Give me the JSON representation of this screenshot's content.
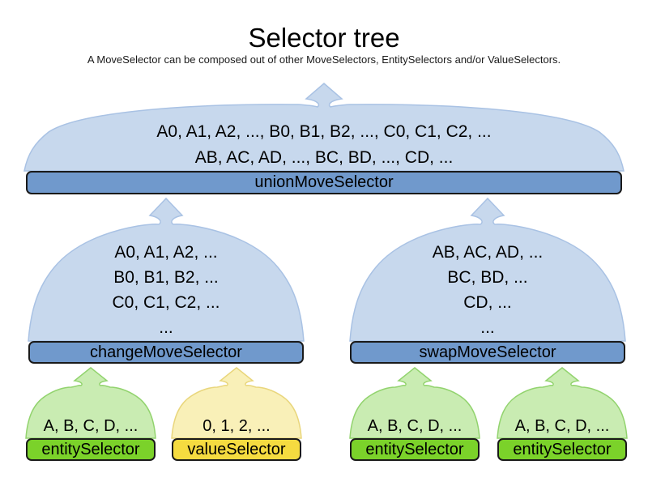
{
  "title": "Selector tree",
  "subtitle": "A MoveSelector can be composed out of other MoveSelectors, EntitySelectors and/or ValueSelectors.",
  "colors": {
    "cloud_blue_fill": "#c7d8ed",
    "cloud_blue_stroke": "#a9c2e4",
    "bar_blue_fill": "#7099cc",
    "cloud_green_fill": "#c9ecb2",
    "cloud_green_stroke": "#92d36e",
    "bar_green_fill": "#7bd22a",
    "cloud_yellow_fill": "#f9f0b8",
    "cloud_yellow_stroke": "#e9d67c",
    "bar_yellow_fill": "#f5db40"
  },
  "nodes": {
    "union": {
      "label": "unionMoveSelector",
      "lines": [
        "A0, A1, A2, ..., B0, B1, B2, ..., C0, C1, C2, ...",
        "AB, AC, AD, ..., BC, BD, ..., CD, ..."
      ]
    },
    "change": {
      "label": "changeMoveSelector",
      "lines": [
        "A0, A1, A2, ...",
        "B0, B1, B2, ...",
        "C0, C1, C2, ...",
        "..."
      ]
    },
    "swap": {
      "label": "swapMoveSelector",
      "lines": [
        "AB, AC, AD, ...",
        "BC, BD, ...",
        "CD, ...",
        "..."
      ]
    },
    "entity1": {
      "label": "entitySelector",
      "lines": [
        "A, B, C, D, ..."
      ]
    },
    "value1": {
      "label": "valueSelector",
      "lines": [
        "0, 1, 2, ..."
      ]
    },
    "entity2": {
      "label": "entitySelector",
      "lines": [
        "A, B, C, D, ..."
      ]
    },
    "entity3": {
      "label": "entitySelector",
      "lines": [
        "A, B, C, D, ..."
      ]
    }
  }
}
